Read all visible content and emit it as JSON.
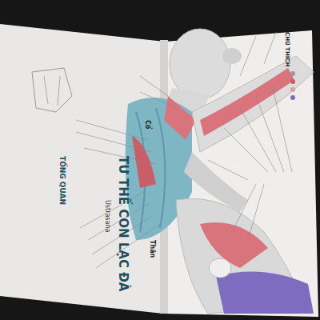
{
  "diagram": {
    "title": "TƯ THẾ CON LẠC ĐÀ",
    "labels": [
      "Ustrasana",
      "TỔNG QUAN",
      "Cổ",
      "Thân",
      "CHÚ THÍCH"
    ]
  }
}
